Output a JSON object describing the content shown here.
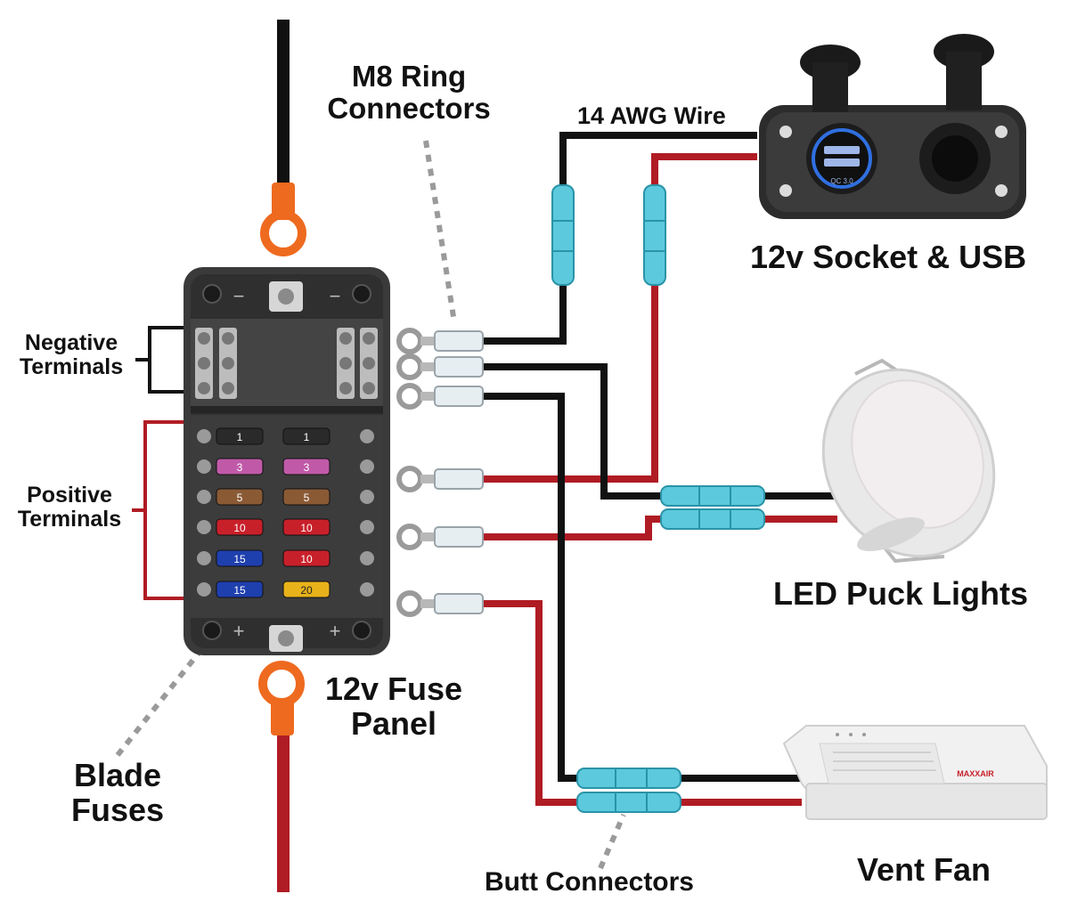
{
  "labels": {
    "ring_connectors_line1": "M8 Ring",
    "ring_connectors_line2": "Connectors",
    "wire_gauge": "14 AWG Wire",
    "socket_usb": "12v Socket & USB",
    "negative_line1": "Negative",
    "negative_line2": "Terminals",
    "positive_line1": "Positive",
    "positive_line2": "Terminals",
    "led_puck_lights": "LED Puck Lights",
    "fuse_panel_line1": "12v Fuse",
    "fuse_panel_line2": "Panel",
    "blade_line1": "Blade",
    "blade_line2": "Fuses",
    "butt_connectors": "Butt Connectors",
    "vent_fan": "Vent Fan"
  },
  "fuses": {
    "left": [
      "1",
      "3",
      "5",
      "10",
      "15",
      "15"
    ],
    "right": [
      "1",
      "3",
      "5",
      "10",
      "10",
      "20"
    ]
  },
  "colors": {
    "negative_wire": "#111111",
    "positive_wire": "#b01c24",
    "ring_terminal_orange": "#ee6a1f",
    "butt_connector": "#5cc9dc",
    "panel_body": "#3a3a3a",
    "leader_dots": "#9a9a9a",
    "usb_ring": "#2f6fe0",
    "fuse_1": "#2a2a2a",
    "fuse_3": "#c05aa8",
    "fuse_5": "#8a5a35",
    "fuse_10": "#c8202a",
    "fuse_15": "#1e3fae",
    "fuse_20": "#e8b21a"
  },
  "panel_markings": {
    "negative_symbol": "−",
    "positive_symbol": "+"
  },
  "device_markings": {
    "usb_qc": "QC 3.0",
    "fan_brand": "MAXXAIR"
  }
}
